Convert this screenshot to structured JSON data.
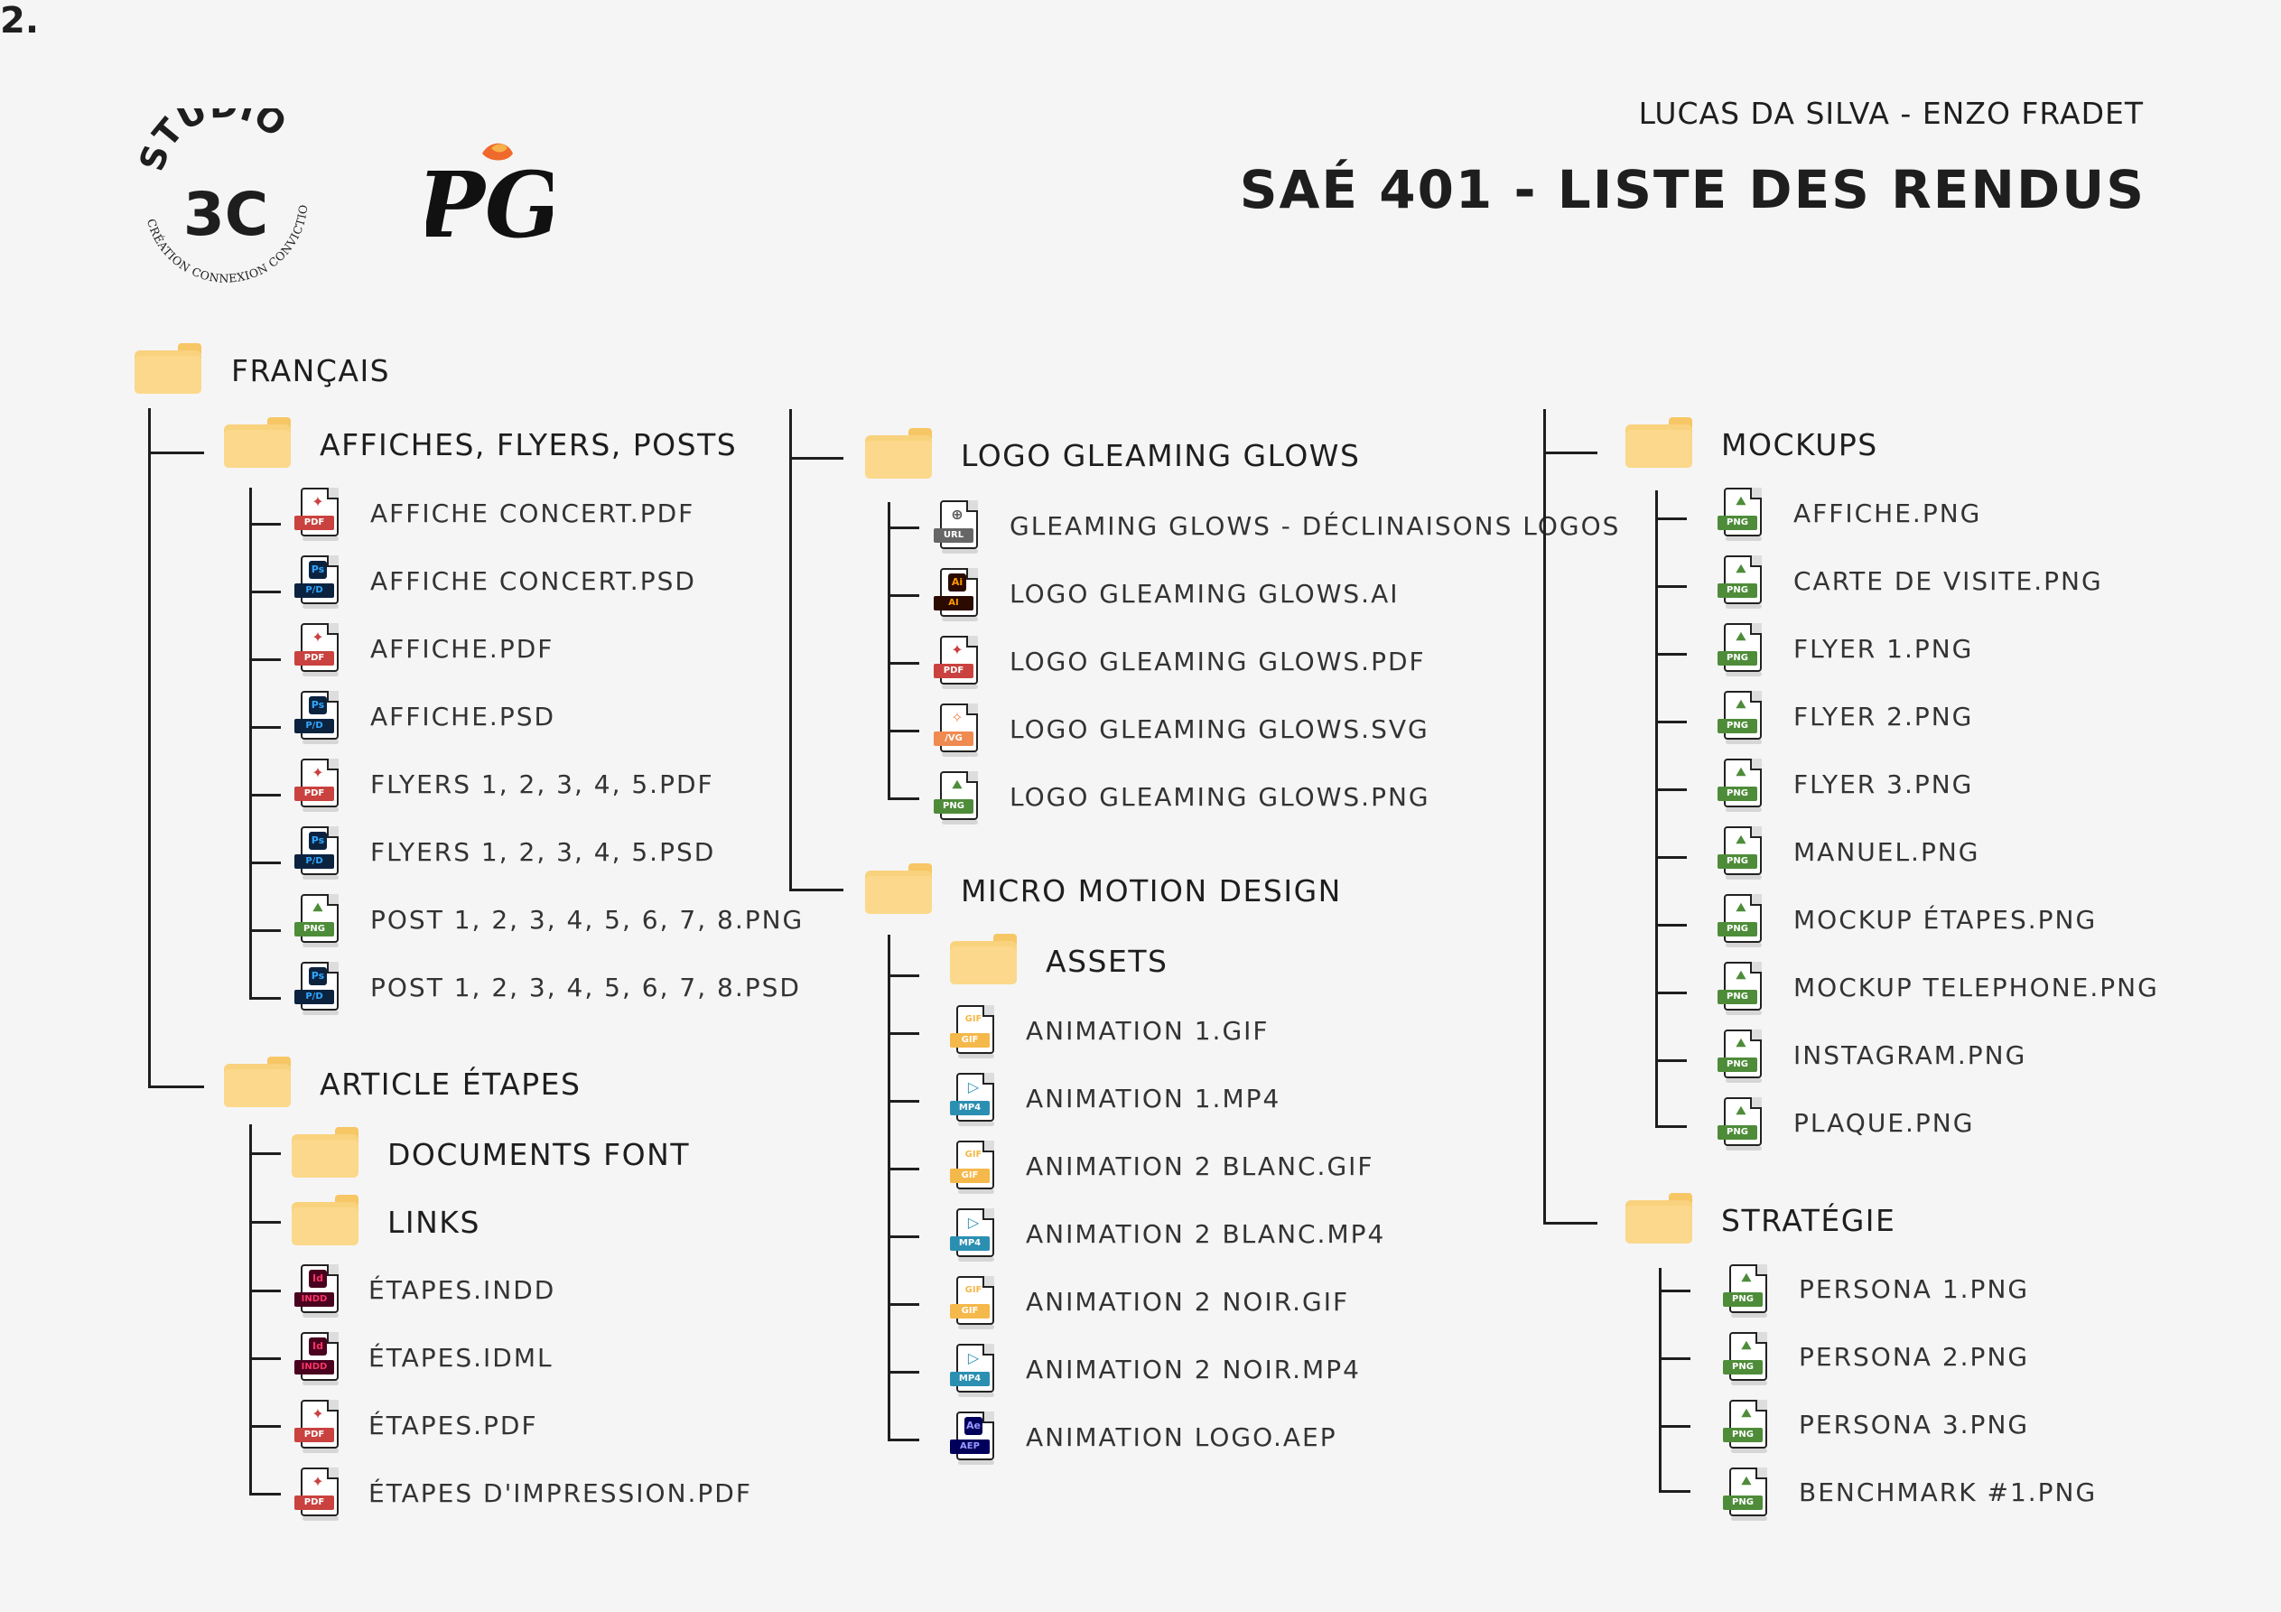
{
  "header": {
    "authors": "LUCAS DA SILVA - ENZO FRADET",
    "title": "SAÉ 401 - LISTE DES RENDUS"
  },
  "logos": {
    "studio_top": "STUDIO",
    "studio_mark": "3C",
    "studio_tagline": "CRÉATION CONNEXION CONVICTION",
    "pg_mark": "PG"
  },
  "page_number": "2.",
  "col1": {
    "root": "FRANÇAIS",
    "affiches": {
      "label": "AFFICHES, FLYERS, POSTS",
      "files": [
        {
          "name": "AFFICHE CONCERT.PDF",
          "type": "PDF"
        },
        {
          "name": "AFFICHE CONCERT.PSD",
          "type": "PSD"
        },
        {
          "name": "AFFICHE.PDF",
          "type": "PDF"
        },
        {
          "name": "AFFICHE.PSD",
          "type": "PSD"
        },
        {
          "name": "FLYERS 1, 2, 3, 4, 5.PDF",
          "type": "PDF"
        },
        {
          "name": "FLYERS 1, 2, 3, 4, 5.PSD",
          "type": "PSD"
        },
        {
          "name": "POST 1, 2, 3, 4, 5, 6, 7, 8.PNG",
          "type": "PNG"
        },
        {
          "name": "POST 1, 2, 3, 4, 5, 6, 7, 8.PSD",
          "type": "PSD"
        }
      ]
    },
    "article": {
      "label": "ARTICLE ÉTAPES",
      "subfolders": [
        "DOCUMENTS FONT",
        "LINKS"
      ],
      "files": [
        {
          "name": "ÉTAPES.INDD",
          "type": "INDD"
        },
        {
          "name": "ÉTAPES.IDML",
          "type": "INDD"
        },
        {
          "name": "ÉTAPES.PDF",
          "type": "PDF"
        },
        {
          "name": "ÉTAPES D'IMPRESSION.PDF",
          "type": "PDF"
        }
      ]
    }
  },
  "col2": {
    "logo": {
      "label": "LOGO GLEAMING GLOWS",
      "files": [
        {
          "name": "GLEAMING GLOWS - DÉCLINAISONS LOGOS",
          "type": "URL"
        },
        {
          "name": "LOGO GLEAMING GLOWS.AI",
          "type": "AI"
        },
        {
          "name": "LOGO GLEAMING GLOWS.PDF",
          "type": "PDF"
        },
        {
          "name": "LOGO GLEAMING GLOWS.SVG",
          "type": "SVG"
        },
        {
          "name": "LOGO GLEAMING GLOWS.PNG",
          "type": "PNG"
        }
      ]
    },
    "motion": {
      "label": "MICRO MOTION DESIGN",
      "subfolder": "ASSETS",
      "files": [
        {
          "name": "ANIMATION 1.GIF",
          "type": "GIF"
        },
        {
          "name": "ANIMATION 1.MP4",
          "type": "MP4"
        },
        {
          "name": "ANIMATION 2 BLANC.GIF",
          "type": "GIF"
        },
        {
          "name": "ANIMATION 2 BLANC.MP4",
          "type": "MP4"
        },
        {
          "name": "ANIMATION 2 NOIR.GIF",
          "type": "GIF"
        },
        {
          "name": "ANIMATION 2 NOIR.MP4",
          "type": "MP4"
        },
        {
          "name": "ANIMATION LOGO.AEP",
          "type": "AEP"
        }
      ]
    }
  },
  "col3": {
    "mockups": {
      "label": "MOCKUPS",
      "files": [
        {
          "name": "AFFICHE.PNG",
          "type": "PNG"
        },
        {
          "name": "CARTE DE VISITE.PNG",
          "type": "PNG"
        },
        {
          "name": "FLYER 1.PNG",
          "type": "PNG"
        },
        {
          "name": "FLYER 2.PNG",
          "type": "PNG"
        },
        {
          "name": "FLYER 3.PNG",
          "type": "PNG"
        },
        {
          "name": "MANUEL.PNG",
          "type": "PNG"
        },
        {
          "name": "MOCKUP ÉTAPES.PNG",
          "type": "PNG"
        },
        {
          "name": "MOCKUP TELEPHONE.PNG",
          "type": "PNG"
        },
        {
          "name": "INSTAGRAM.PNG",
          "type": "PNG"
        },
        {
          "name": "PLAQUE.PNG",
          "type": "PNG"
        }
      ]
    },
    "strategie": {
      "label": "STRATÉGIE",
      "files": [
        {
          "name": "PERSONA 1.PNG",
          "type": "PNG"
        },
        {
          "name": "PERSONA 2.PNG",
          "type": "PNG"
        },
        {
          "name": "PERSONA 3.PNG",
          "type": "PNG"
        },
        {
          "name": "BENCHMARK #1.PNG",
          "type": "PNG"
        }
      ]
    }
  },
  "icon_colors": {
    "folder": "#f9d27e",
    "pdf": "#c9423f",
    "psd": "#0c2340",
    "png": "#4e8c39",
    "gif": "#f5b84a",
    "mp4": "#2b8fb2",
    "svg": "#ef8a50",
    "ai": "#2b0a00",
    "aep": "#00005b",
    "indd": "#49021f"
  }
}
